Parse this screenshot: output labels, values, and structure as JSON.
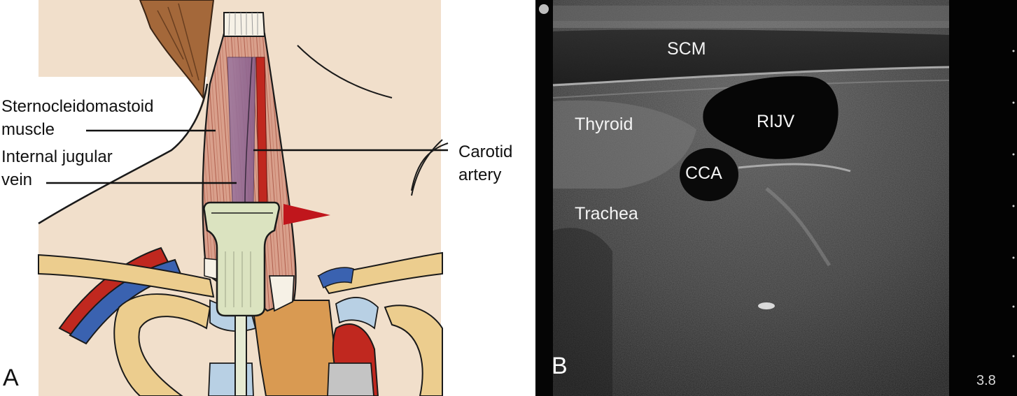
{
  "panel_a": {
    "letter": "A",
    "labels": {
      "scm_line1": "Sternocleidomastoid",
      "scm_line2": "muscle",
      "ijv_line1": "Internal jugular",
      "ijv_line2": "vein",
      "carotid_line1": "Carotid",
      "carotid_line2": "artery"
    },
    "colors": {
      "skin": "#f1dfcb",
      "muscle": "#d89a86",
      "vein": "#3a62b0",
      "artery": "#c0281f",
      "bone": "#eccd8e",
      "hair": "#a4683a",
      "probe": "#dbe3c0",
      "arrow": "#c0161c"
    }
  },
  "panel_b": {
    "letter": "B",
    "labels": {
      "scm": "SCM",
      "thyroid": "Thyroid",
      "rijv": "RIJV",
      "cca": "CCA",
      "trachea": "Trachea"
    },
    "depth_readout": "3.8"
  }
}
